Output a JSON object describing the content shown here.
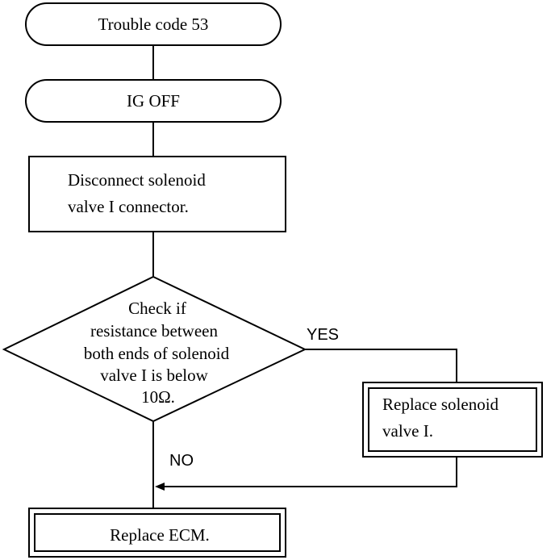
{
  "flowchart": {
    "start": {
      "label": "Trouble code 53"
    },
    "step_ig_off": {
      "label": "IG OFF"
    },
    "step_disconnect": {
      "line1": "Disconnect solenoid",
      "line2": "valve I connector."
    },
    "decision": {
      "line1": "Check if",
      "line2": "resistance between",
      "line3": "both ends of solenoid",
      "line4": "valve I is below",
      "line5": "10Ω."
    },
    "yes_label": "YES",
    "no_label": "NO",
    "action_replace_solenoid": {
      "line1": "Replace solenoid",
      "line2": "valve I."
    },
    "action_replace_ecm": {
      "label": "Replace ECM."
    }
  }
}
